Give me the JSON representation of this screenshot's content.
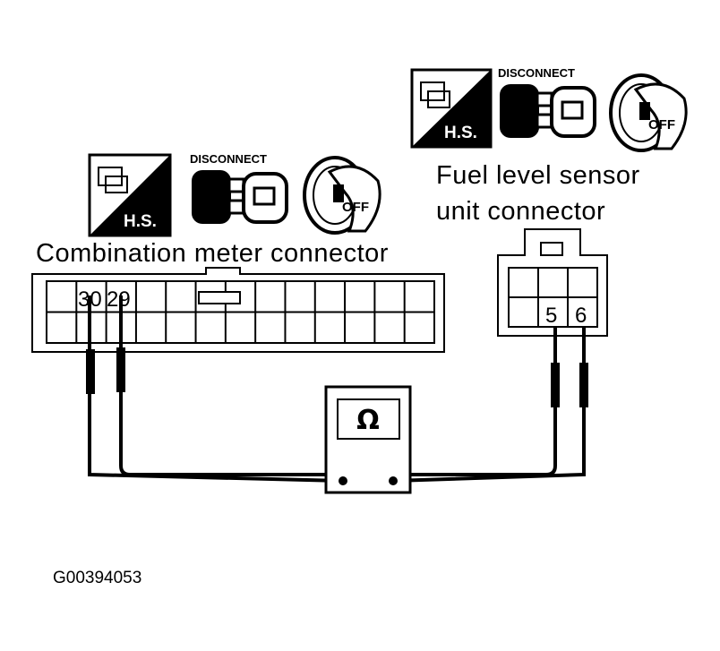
{
  "combination_meter": {
    "label": "Combination meter connector",
    "pins": [
      "30",
      "29"
    ]
  },
  "fuel_sensor": {
    "label_line1": "Fuel level sensor",
    "label_line2": "unit connector",
    "pins": [
      "5",
      "6"
    ]
  },
  "icons": {
    "disconnect_label": "DISCONNECT",
    "hs_label": "H.S.",
    "off_label": "OFF"
  },
  "meter": {
    "symbol": "Ω"
  },
  "figure_code": "G00394053"
}
